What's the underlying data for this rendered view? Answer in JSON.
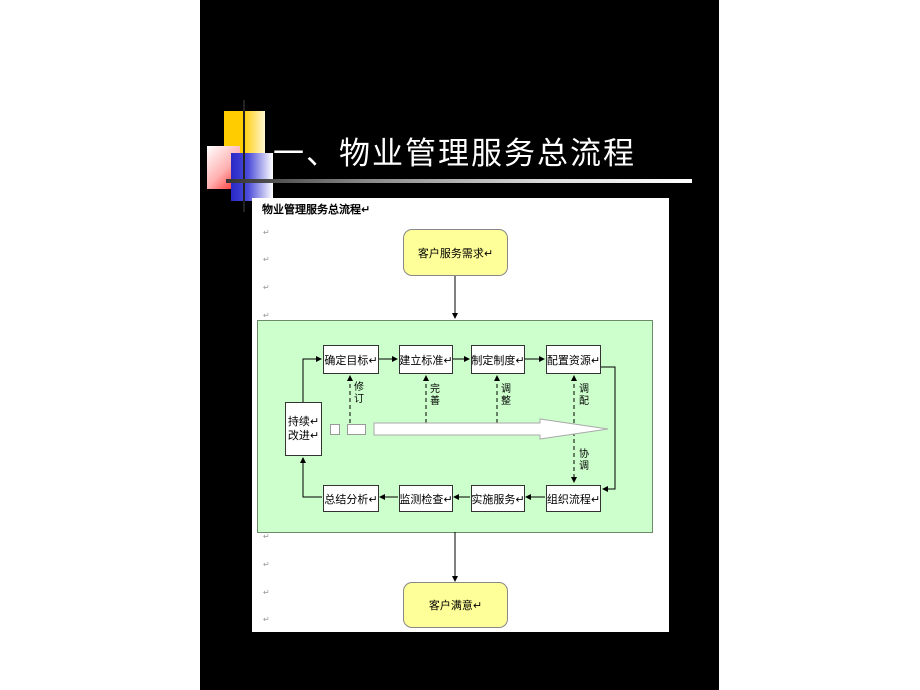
{
  "slide": {
    "title": "一、物业管理服务总流程",
    "colors": {
      "background": "#000000",
      "deco_yellow": "#ffcc00",
      "deco_red": "#ff3333",
      "deco_blue": "#3333cc",
      "flow_area": "#ccffcc",
      "terminal_box": "#ffff99"
    }
  },
  "document": {
    "heading": "物业管理服务总流程↵",
    "paragraph_mark": "↵",
    "start": {
      "label": "客户服务需求↵"
    },
    "end": {
      "label": "客户满意↵"
    },
    "top_row": [
      {
        "label": "确定目标↵"
      },
      {
        "label": "建立标准↵"
      },
      {
        "label": "制定制度↵"
      },
      {
        "label": "配置资源↵"
      }
    ],
    "bottom_row": [
      {
        "label": "总结分析↵"
      },
      {
        "label": "监测检查↵"
      },
      {
        "label": "实施服务↵"
      },
      {
        "label": "组织流程↵"
      }
    ],
    "side_box": {
      "line1": "持续↵",
      "line2": "改进↵"
    },
    "feedback_labels": [
      {
        "text": "修订"
      },
      {
        "text": "完善"
      },
      {
        "text": "调整"
      },
      {
        "text": "调配"
      },
      {
        "text": "协调"
      }
    ]
  }
}
